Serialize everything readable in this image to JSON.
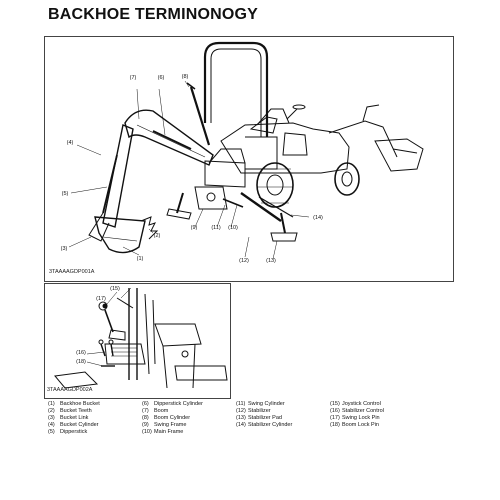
{
  "title": "BACKHOE TERMINONOGY",
  "figures": {
    "top_code": "3TAAAAGDP001A",
    "bottom_code": "3TAAAAGDP002A",
    "top_callouts": [
      {
        "id": "c7",
        "label": "(7)"
      },
      {
        "id": "c6",
        "label": "(6)"
      },
      {
        "id": "c8",
        "label": "(8)"
      },
      {
        "id": "c4",
        "label": "(4)"
      },
      {
        "id": "c5",
        "label": "(5)"
      },
      {
        "id": "c3",
        "label": "(3)"
      },
      {
        "id": "c2",
        "label": "(2)"
      },
      {
        "id": "c1",
        "label": "(1)"
      },
      {
        "id": "c9",
        "label": "(9)"
      },
      {
        "id": "c11",
        "label": "(11)"
      },
      {
        "id": "c10",
        "label": "(10)"
      },
      {
        "id": "c12",
        "label": "(12)"
      },
      {
        "id": "c13",
        "label": "(13)"
      },
      {
        "id": "c14",
        "label": "(14)"
      }
    ],
    "bottom_callouts": [
      {
        "id": "b15",
        "label": "(15)"
      },
      {
        "id": "b17",
        "label": "(17)"
      },
      {
        "id": "b16",
        "label": "(16)"
      },
      {
        "id": "b18",
        "label": "(18)"
      }
    ]
  },
  "legend": {
    "columns": [
      [
        {
          "num": "(1)",
          "text": "Backhoe Bucket"
        },
        {
          "num": "(2)",
          "text": "Bucket Teeth"
        },
        {
          "num": "(3)",
          "text": "Bucket Link"
        },
        {
          "num": "(4)",
          "text": "Bucket Cylinder"
        },
        {
          "num": "(5)",
          "text": "Dipperstick"
        }
      ],
      [
        {
          "num": "(6)",
          "text": "Dipperstick Cylinder"
        },
        {
          "num": "(7)",
          "text": "Boom"
        },
        {
          "num": "(8)",
          "text": "Boom Cylinder"
        },
        {
          "num": "(9)",
          "text": "Swing Frame"
        },
        {
          "num": "(10)",
          "text": "Main Frame"
        }
      ],
      [
        {
          "num": "(11)",
          "text": "Swing Cylinder"
        },
        {
          "num": "(12)",
          "text": "Stabilizer"
        },
        {
          "num": "(13)",
          "text": "Stabilizer Pad"
        },
        {
          "num": "(14)",
          "text": "Stabilizer Cylinder"
        }
      ],
      [
        {
          "num": "(15)",
          "text": "Joystick Control"
        },
        {
          "num": "(16)",
          "text": "Stabilizer Control"
        },
        {
          "num": "(17)",
          "text": "Swing Lock Pin"
        },
        {
          "num": "(18)",
          "text": "Boom Lock Pin"
        }
      ]
    ]
  }
}
